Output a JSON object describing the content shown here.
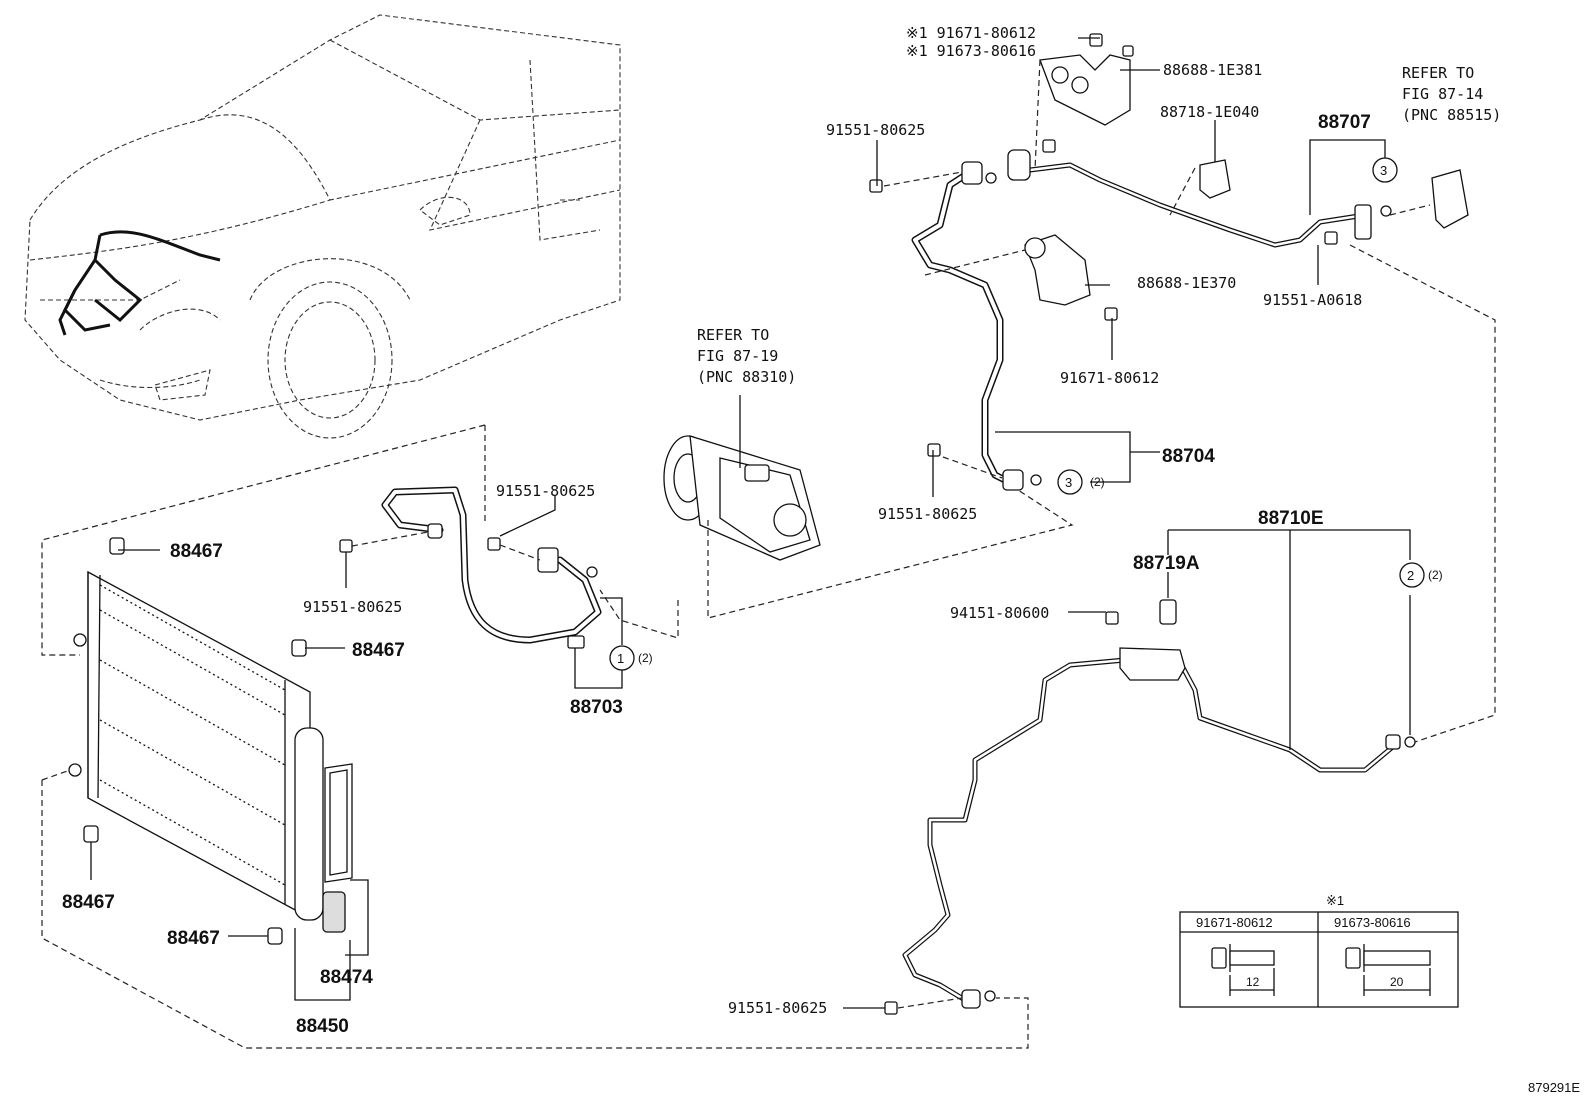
{
  "labels": {
    "star1_line1": "※1 91671-80612",
    "star1_line2": "※1 91673-80616",
    "bracket_top": "88688-1E381",
    "bolt_top_left": "91551-80625",
    "sensor_88718": "88718-1E040",
    "tube_88707": "88707",
    "refer_14_l1": "REFER TO",
    "refer_14_l2": "FIG 87-14",
    "refer_14_l3": "(PNC 88515)",
    "bracket_mid": "88688-1E370",
    "bolt_a0618": "91551-A0618",
    "bolt_mid_below": "91671-80612",
    "refer_19_l1": "REFER TO",
    "refer_19_l2": "FIG 87-19",
    "refer_19_l3": "(PNC 88310)",
    "hose_88704": "88704",
    "circle3_count": "(2)",
    "bolt_mid_left": "91551-80625",
    "bolt_hose_88703": "91551-80625",
    "bolt_condenser": "91551-80625",
    "cushion_1": "88467",
    "cushion_2": "88467",
    "cushion_3": "88467",
    "cushion_4": "88467",
    "hose_88703": "88703",
    "circle1_count": "(2)",
    "tube_88710e": "88710E",
    "switch_88719a": "88719A",
    "nut_94151": "94151-80600",
    "circle2_count": "(2)",
    "bolt_bottom": "91551-80625",
    "drier_88474": "88474",
    "condenser_88450": "88450",
    "circle_1": "1",
    "circle_2": "2",
    "circle_3a": "3",
    "circle_3b": "3",
    "figure_code": "879291E"
  },
  "star_table": {
    "title": "※1",
    "col1_head": "91671-80612",
    "col2_head": "91673-80616",
    "col1_dim": "12",
    "col2_dim": "20"
  }
}
